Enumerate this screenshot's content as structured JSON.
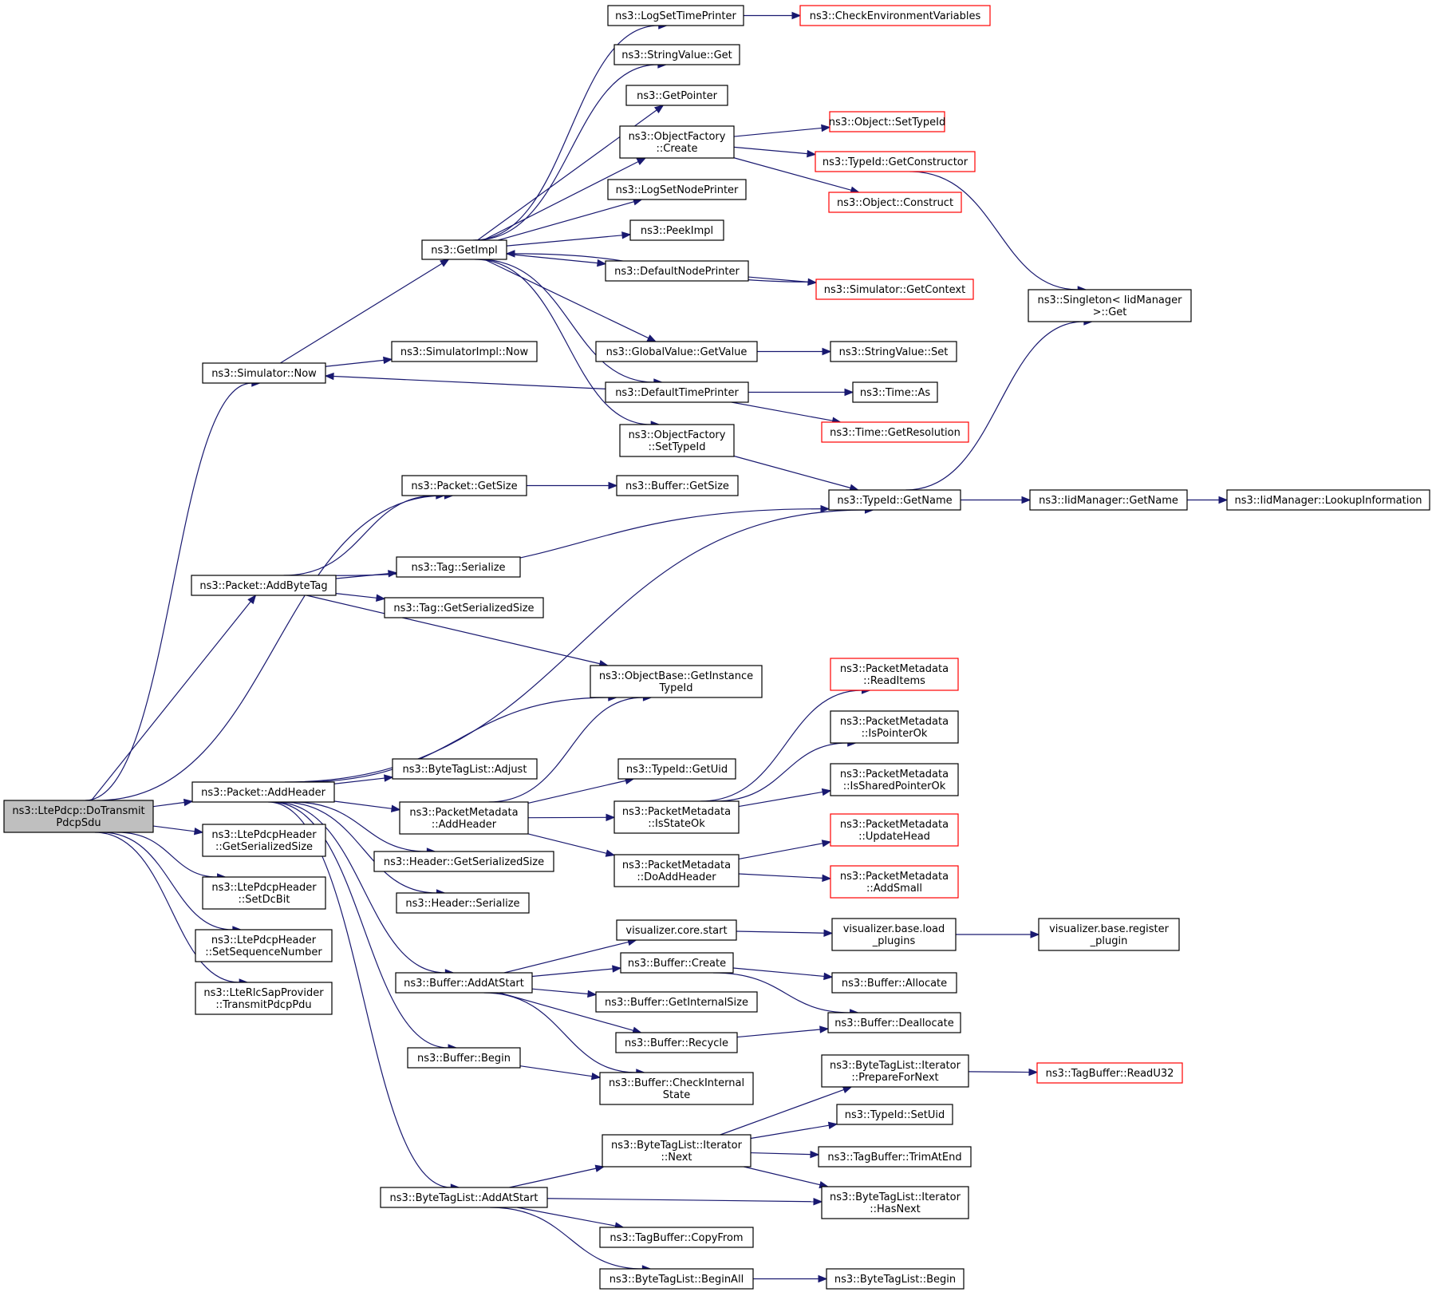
{
  "colors": {
    "edge": "#191970",
    "node_border": "#000000",
    "truncated_border": "#ff0000",
    "root_fill": "#bfbfbf"
  },
  "nodes": [
    {
      "id": "root",
      "lines": [
        "ns3::LtePdcp::DoTransmit",
        "PdcpSdu"
      ],
      "style": "root"
    },
    {
      "id": "simnow",
      "lines": [
        "ns3::Simulator::Now"
      ]
    },
    {
      "id": "getimpl",
      "lines": [
        "ns3::GetImpl"
      ]
    },
    {
      "id": "logsettime",
      "lines": [
        "ns3::LogSetTimePrinter"
      ]
    },
    {
      "id": "checkenv",
      "lines": [
        "ns3::CheckEnvironmentVariables"
      ],
      "style": "truncated"
    },
    {
      "id": "strvalget",
      "lines": [
        "ns3::StringValue::Get"
      ]
    },
    {
      "id": "getpointer",
      "lines": [
        "ns3::GetPointer"
      ]
    },
    {
      "id": "ofcreate",
      "lines": [
        "ns3::ObjectFactory",
        "::Create"
      ]
    },
    {
      "id": "objsettypeid",
      "lines": [
        "ns3::Object::SetTypeId"
      ],
      "style": "truncated"
    },
    {
      "id": "typeidgetctor",
      "lines": [
        "ns3::TypeId::GetConstructor"
      ],
      "style": "truncated"
    },
    {
      "id": "objconstruct",
      "lines": [
        "ns3::Object::Construct"
      ],
      "style": "truncated"
    },
    {
      "id": "logsetnode",
      "lines": [
        "ns3::LogSetNodePrinter"
      ]
    },
    {
      "id": "peekimpl",
      "lines": [
        "ns3::PeekImpl"
      ]
    },
    {
      "id": "defnodeprinter",
      "lines": [
        "ns3::DefaultNodePrinter"
      ]
    },
    {
      "id": "simgetcontext",
      "lines": [
        "ns3::Simulator::GetContext"
      ],
      "style": "truncated"
    },
    {
      "id": "singleton",
      "lines": [
        "ns3::Singleton< IidManager",
        ">::Get"
      ]
    },
    {
      "id": "gvgetvalue",
      "lines": [
        "ns3::GlobalValue::GetValue"
      ]
    },
    {
      "id": "strvalset",
      "lines": [
        "ns3::StringValue::Set"
      ]
    },
    {
      "id": "simimplnow",
      "lines": [
        "ns3::SimulatorImpl::Now"
      ]
    },
    {
      "id": "deftimeprinter",
      "lines": [
        "ns3::DefaultTimePrinter"
      ]
    },
    {
      "id": "timeas",
      "lines": [
        "ns3::Time::As"
      ]
    },
    {
      "id": "timegetres",
      "lines": [
        "ns3::Time::GetResolution"
      ],
      "style": "truncated"
    },
    {
      "id": "ofsettypeid",
      "lines": [
        "ns3::ObjectFactory",
        "::SetTypeId"
      ]
    },
    {
      "id": "pktgetsize",
      "lines": [
        "ns3::Packet::GetSize"
      ]
    },
    {
      "id": "bufgetsize",
      "lines": [
        "ns3::Buffer::GetSize"
      ]
    },
    {
      "id": "typeidgetname",
      "lines": [
        "ns3::TypeId::GetName"
      ]
    },
    {
      "id": "iidgetname",
      "lines": [
        "ns3::IidManager::GetName"
      ]
    },
    {
      "id": "iidlookup",
      "lines": [
        "ns3::IidManager::LookupInformation"
      ]
    },
    {
      "id": "pktaddbytetag",
      "lines": [
        "ns3::Packet::AddByteTag"
      ]
    },
    {
      "id": "tagserialize",
      "lines": [
        "ns3::Tag::Serialize"
      ]
    },
    {
      "id": "taggetsersize",
      "lines": [
        "ns3::Tag::GetSerializedSize"
      ]
    },
    {
      "id": "objbasegetinst",
      "lines": [
        "ns3::ObjectBase::GetInstance",
        "TypeId"
      ]
    },
    {
      "id": "pmreaditems",
      "lines": [
        "ns3::PacketMetadata",
        "::ReadItems"
      ],
      "style": "truncated"
    },
    {
      "id": "pmispointerok",
      "lines": [
        "ns3::PacketMetadata",
        "::IsPointerOk"
      ]
    },
    {
      "id": "btladjust",
      "lines": [
        "ns3::ByteTagList::Adjust"
      ]
    },
    {
      "id": "typeidgetuid",
      "lines": [
        "ns3::TypeId::GetUid"
      ]
    },
    {
      "id": "pmissharedptr",
      "lines": [
        "ns3::PacketMetadata",
        "::IsSharedPointerOk"
      ]
    },
    {
      "id": "pktaddheader",
      "lines": [
        "ns3::Packet::AddHeader"
      ]
    },
    {
      "id": "pmaddheader",
      "lines": [
        "ns3::PacketMetadata",
        "::AddHeader"
      ]
    },
    {
      "id": "pmisstateok",
      "lines": [
        "ns3::PacketMetadata",
        "::IsStateOk"
      ]
    },
    {
      "id": "pdcpgetsersize",
      "lines": [
        "ns3::LtePdcpHeader",
        "::GetSerializedSize"
      ]
    },
    {
      "id": "hdrgetsersize",
      "lines": [
        "ns3::Header::GetSerializedSize"
      ]
    },
    {
      "id": "pmdoaddheader",
      "lines": [
        "ns3::PacketMetadata",
        "::DoAddHeader"
      ]
    },
    {
      "id": "pmupdatehead",
      "lines": [
        "ns3::PacketMetadata",
        "::UpdateHead"
      ],
      "style": "truncated"
    },
    {
      "id": "pdcpsetdcbit",
      "lines": [
        "ns3::LtePdcpHeader",
        "::SetDcBit"
      ]
    },
    {
      "id": "pmaddsmall",
      "lines": [
        "ns3::PacketMetadata",
        "::AddSmall"
      ],
      "style": "truncated"
    },
    {
      "id": "hdrserialize",
      "lines": [
        "ns3::Header::Serialize"
      ]
    },
    {
      "id": "pdcpsetseq",
      "lines": [
        "ns3::LtePdcpHeader",
        "::SetSequenceNumber"
      ]
    },
    {
      "id": "viscorestart",
      "lines": [
        "visualizer.core.start"
      ]
    },
    {
      "id": "visbaseload",
      "lines": [
        "visualizer.base.load",
        "_plugins"
      ]
    },
    {
      "id": "visbasereg",
      "lines": [
        "visualizer.base.register",
        "_plugin"
      ]
    },
    {
      "id": "bufcreate",
      "lines": [
        "ns3::Buffer::Create"
      ]
    },
    {
      "id": "rlctransmit",
      "lines": [
        "ns3::LteRlcSapProvider",
        "::TransmitPdcpPdu"
      ]
    },
    {
      "id": "bufaddatstart",
      "lines": [
        "ns3::Buffer::AddAtStart"
      ]
    },
    {
      "id": "bufallocate",
      "lines": [
        "ns3::Buffer::Allocate"
      ]
    },
    {
      "id": "bufgetinternal",
      "lines": [
        "ns3::Buffer::GetInternalSize"
      ]
    },
    {
      "id": "bufdeallocate",
      "lines": [
        "ns3::Buffer::Deallocate"
      ]
    },
    {
      "id": "bufrecycle",
      "lines": [
        "ns3::Buffer::Recycle"
      ]
    },
    {
      "id": "bufbegin",
      "lines": [
        "ns3::Buffer::Begin"
      ]
    },
    {
      "id": "bufcheckinternal",
      "lines": [
        "ns3::Buffer::CheckInternal",
        "State"
      ]
    },
    {
      "id": "btlitprepare",
      "lines": [
        "ns3::ByteTagList::Iterator",
        "::PrepareForNext"
      ]
    },
    {
      "id": "tagbufread",
      "lines": [
        "ns3::TagBuffer::ReadU32"
      ],
      "style": "truncated"
    },
    {
      "id": "typeidsetuid",
      "lines": [
        "ns3::TypeId::SetUid"
      ]
    },
    {
      "id": "btlitnext",
      "lines": [
        "ns3::ByteTagList::Iterator",
        "::Next"
      ]
    },
    {
      "id": "tagbuftrim",
      "lines": [
        "ns3::TagBuffer::TrimAtEnd"
      ]
    },
    {
      "id": "btladdatstart",
      "lines": [
        "ns3::ByteTagList::AddAtStart"
      ]
    },
    {
      "id": "btlithasnext",
      "lines": [
        "ns3::ByteTagList::Iterator",
        "::HasNext"
      ]
    },
    {
      "id": "tagbufcopy",
      "lines": [
        "ns3::TagBuffer::CopyFrom"
      ]
    },
    {
      "id": "btlbeginall",
      "lines": [
        "ns3::ByteTagList::BeginAll"
      ]
    },
    {
      "id": "btlbegin",
      "lines": [
        "ns3::ByteTagList::Begin"
      ]
    }
  ],
  "edges": [
    [
      "root",
      "simnow"
    ],
    [
      "root",
      "pktgetsize"
    ],
    [
      "root",
      "pktaddbytetag"
    ],
    [
      "root",
      "pktaddheader"
    ],
    [
      "root",
      "pdcpgetsersize"
    ],
    [
      "root",
      "pdcpsetdcbit"
    ],
    [
      "root",
      "pdcpsetseq"
    ],
    [
      "root",
      "rlctransmit"
    ],
    [
      "simnow",
      "getimpl"
    ],
    [
      "simnow",
      "simimplnow"
    ],
    [
      "getimpl",
      "logsettime"
    ],
    [
      "getimpl",
      "strvalget"
    ],
    [
      "getimpl",
      "getpointer"
    ],
    [
      "getimpl",
      "ofcreate"
    ],
    [
      "getimpl",
      "logsetnode"
    ],
    [
      "getimpl",
      "peekimpl"
    ],
    [
      "getimpl",
      "defnodeprinter"
    ],
    [
      "getimpl",
      "gvgetvalue"
    ],
    [
      "getimpl",
      "deftimeprinter"
    ],
    [
      "getimpl",
      "ofsettypeid"
    ],
    [
      "logsettime",
      "checkenv"
    ],
    [
      "ofcreate",
      "objsettypeid"
    ],
    [
      "ofcreate",
      "typeidgetctor"
    ],
    [
      "ofcreate",
      "objconstruct"
    ],
    [
      "typeidgetctor",
      "singleton"
    ],
    [
      "defnodeprinter",
      "simgetcontext"
    ],
    [
      "simgetcontext",
      "getimpl"
    ],
    [
      "gvgetvalue",
      "strvalset"
    ],
    [
      "deftimeprinter",
      "simnow"
    ],
    [
      "deftimeprinter",
      "timeas"
    ],
    [
      "deftimeprinter",
      "timegetres"
    ],
    [
      "ofsettypeid",
      "typeidgetname"
    ],
    [
      "pktgetsize",
      "bufgetsize"
    ],
    [
      "typeidgetname",
      "iidgetname"
    ],
    [
      "typeidgetname",
      "singleton"
    ],
    [
      "iidgetname",
      "iidlookup"
    ],
    [
      "pktaddbytetag",
      "pktgetsize"
    ],
    [
      "pktaddbytetag",
      "typeidgetname"
    ],
    [
      "pktaddbytetag",
      "tagserialize"
    ],
    [
      "pktaddbytetag",
      "taggetsersize"
    ],
    [
      "pktaddbytetag",
      "objbasegetinst"
    ],
    [
      "pktaddheader",
      "objbasegetinst"
    ],
    [
      "pktaddheader",
      "typeidgetname"
    ],
    [
      "pktaddheader",
      "btladjust"
    ],
    [
      "pktaddheader",
      "pmaddheader"
    ],
    [
      "pktaddheader",
      "hdrgetsersize"
    ],
    [
      "pktaddheader",
      "hdrserialize"
    ],
    [
      "pktaddheader",
      "bufaddatstart"
    ],
    [
      "pktaddheader",
      "bufbegin"
    ],
    [
      "pktaddheader",
      "btladdatstart"
    ],
    [
      "pmaddheader",
      "objbasegetinst"
    ],
    [
      "pmaddheader",
      "typeidgetuid"
    ],
    [
      "pmaddheader",
      "pmisstateok"
    ],
    [
      "pmaddheader",
      "pmdoaddheader"
    ],
    [
      "pmisstateok",
      "pmreaditems"
    ],
    [
      "pmisstateok",
      "pmispointerok"
    ],
    [
      "pmisstateok",
      "pmissharedptr"
    ],
    [
      "pmdoaddheader",
      "pmupdatehead"
    ],
    [
      "pmdoaddheader",
      "pmaddsmall"
    ],
    [
      "bufaddatstart",
      "viscorestart"
    ],
    [
      "bufaddatstart",
      "bufcreate"
    ],
    [
      "bufaddatstart",
      "bufgetinternal"
    ],
    [
      "bufaddatstart",
      "bufrecycle"
    ],
    [
      "bufaddatstart",
      "bufcheckinternal"
    ],
    [
      "viscorestart",
      "visbaseload"
    ],
    [
      "visbaseload",
      "visbasereg"
    ],
    [
      "bufcreate",
      "bufallocate"
    ],
    [
      "bufcreate",
      "bufdeallocate"
    ],
    [
      "bufrecycle",
      "bufdeallocate"
    ],
    [
      "bufbegin",
      "bufcheckinternal"
    ],
    [
      "btladdatstart",
      "btlitnext"
    ],
    [
      "btladdatstart",
      "btlithasnext"
    ],
    [
      "btladdatstart",
      "tagbufcopy"
    ],
    [
      "btladdatstart",
      "btlbeginall"
    ],
    [
      "btlitnext",
      "btlitprepare"
    ],
    [
      "btlitnext",
      "typeidsetuid"
    ],
    [
      "btlitnext",
      "tagbuftrim"
    ],
    [
      "btlitnext",
      "btlithasnext"
    ],
    [
      "btlitprepare",
      "tagbufread"
    ],
    [
      "btlbeginall",
      "btlbegin"
    ]
  ]
}
